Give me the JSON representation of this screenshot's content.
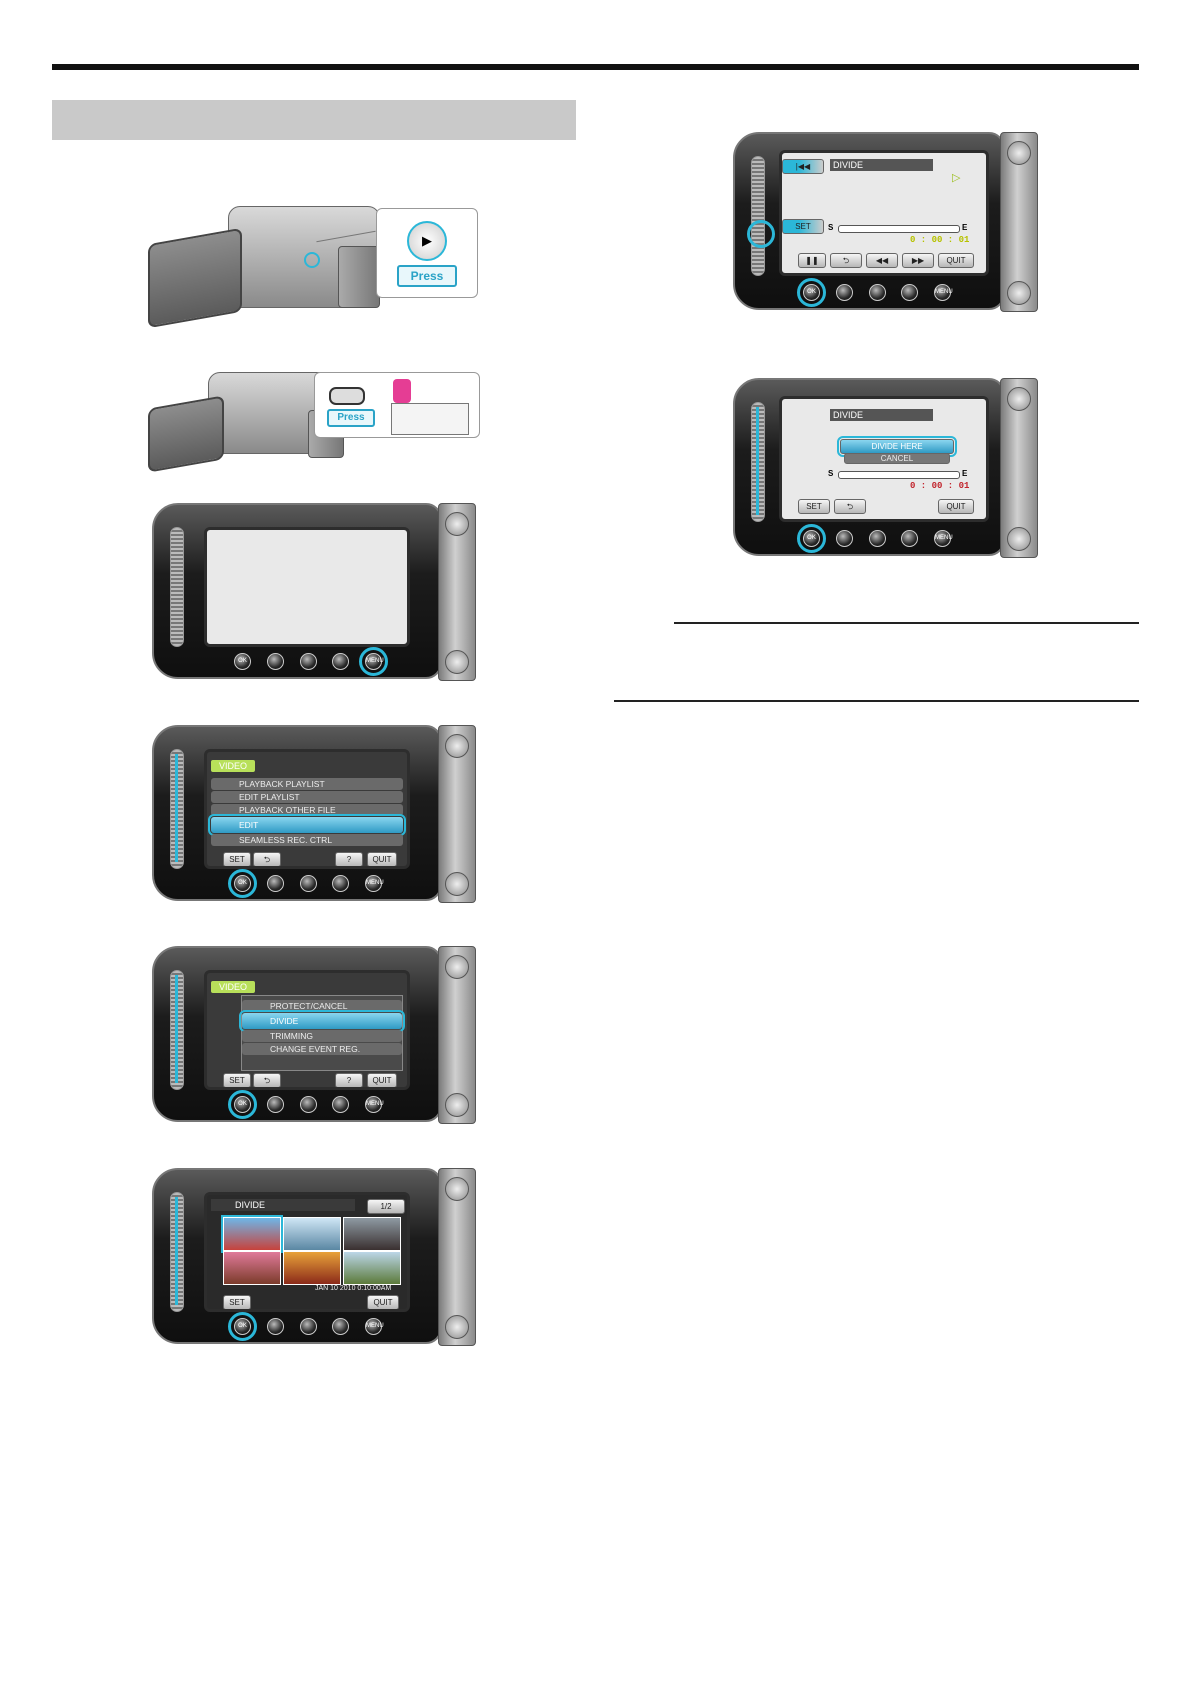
{
  "page": {
    "accent": "#2bb7d8",
    "header_bg": "#c9c9c9"
  },
  "fig1": {
    "press_label": "Press"
  },
  "fig2": {
    "press_label": "Press"
  },
  "hw_buttons": {
    "ok": "OK",
    "menu": "MENU"
  },
  "fig4": {
    "tag": "VIDEO",
    "items": [
      "PLAYBACK PLAYLIST",
      "EDIT PLAYLIST",
      "PLAYBACK OTHER FILE",
      "EDIT",
      "SEAMLESS REC. CTRL"
    ],
    "soft": {
      "set": "SET",
      "back": "⮌",
      "help": "?",
      "quit": "QUIT"
    }
  },
  "fig5": {
    "tag": "VIDEO",
    "items": [
      "PROTECT/CANCEL",
      "DIVIDE",
      "TRIMMING",
      "CHANGE EVENT REG."
    ],
    "soft": {
      "set": "SET",
      "back": "⮌",
      "help": "?",
      "quit": "QUIT"
    }
  },
  "fig6": {
    "title": "DIVIDE",
    "page": "1/2",
    "date": "JAN 10 2010 0:10:00AM",
    "soft": {
      "set": "SET",
      "quit": "QUIT"
    }
  },
  "fig7": {
    "title": "DIVIDE",
    "set": "SET",
    "start": "S",
    "end": "E",
    "time": "0 : 00 : 01",
    "soft": {
      "pause": "❚❚",
      "back": "⮌",
      "rew": "◀◀",
      "ff": "▶▶",
      "quit": "QUIT"
    }
  },
  "fig8": {
    "title": "DIVIDE",
    "option1": "DIVIDE HERE",
    "option2": "CANCEL",
    "start": "S",
    "end": "E",
    "time": "0 : 00 : 01",
    "soft": {
      "set": "SET",
      "back": "⮌",
      "quit": "QUIT"
    }
  }
}
